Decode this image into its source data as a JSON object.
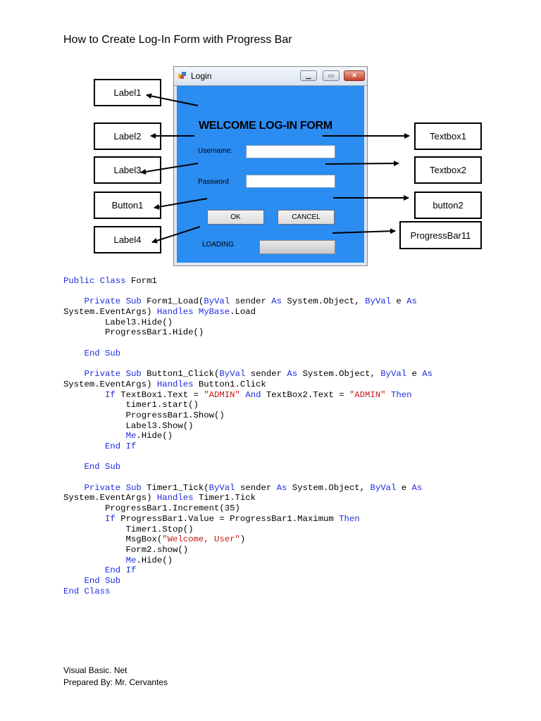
{
  "page": {
    "title": "How to Create Log-In Form with Progress Bar"
  },
  "window": {
    "title": "Login",
    "welcome": "WELCOME LOG-IN FORM",
    "username_label": "Username:",
    "password_label": "Password",
    "ok_label": "OK",
    "cancel_label": "CANCEL",
    "loading_label": "LOADING",
    "username_value": "",
    "password_value": ""
  },
  "callouts": {
    "label1": "Label1",
    "label2": "Label2",
    "label3": "Label3",
    "button1": "Button1",
    "label4": "Label4",
    "textbox1": "Textbox1",
    "textbox2": "Textbox2",
    "button2": "button2",
    "progressbar": "ProgressBar11"
  },
  "code_lines": [
    [
      [
        "kw",
        "Public Class"
      ],
      [
        "t",
        " Form1"
      ]
    ],
    [],
    [
      [
        "t",
        "    "
      ],
      [
        "kw",
        "Private Sub"
      ],
      [
        "t",
        " Form1_Load("
      ],
      [
        "kw",
        "ByVal"
      ],
      [
        "t",
        " sender "
      ],
      [
        "kw",
        "As"
      ],
      [
        "t",
        " System.Object, "
      ],
      [
        "kw",
        "ByVal"
      ],
      [
        "t",
        " e "
      ],
      [
        "kw",
        "As"
      ]
    ],
    [
      [
        "t",
        "System.EventArgs) "
      ],
      [
        "kw",
        "Handles"
      ],
      [
        "t",
        " "
      ],
      [
        "kw",
        "MyBase"
      ],
      [
        "t",
        ".Load"
      ]
    ],
    [
      [
        "t",
        "        Label3.Hide()"
      ]
    ],
    [
      [
        "t",
        "        ProgressBar1.Hide()"
      ]
    ],
    [],
    [
      [
        "t",
        "    "
      ],
      [
        "kw",
        "End Sub"
      ]
    ],
    [],
    [
      [
        "t",
        "    "
      ],
      [
        "kw",
        "Private Sub"
      ],
      [
        "t",
        " Button1_Click("
      ],
      [
        "kw",
        "ByVal"
      ],
      [
        "t",
        " sender "
      ],
      [
        "kw",
        "As"
      ],
      [
        "t",
        " System.Object, "
      ],
      [
        "kw",
        "ByVal"
      ],
      [
        "t",
        " e "
      ],
      [
        "kw",
        "As"
      ]
    ],
    [
      [
        "t",
        "System.EventArgs) "
      ],
      [
        "kw",
        "Handles"
      ],
      [
        "t",
        " Button1.Click"
      ]
    ],
    [
      [
        "t",
        "        "
      ],
      [
        "kw",
        "If"
      ],
      [
        "t",
        " TextBox1.Text = "
      ],
      [
        "str",
        "\"ADMIN\""
      ],
      [
        "t",
        " "
      ],
      [
        "kw",
        "And"
      ],
      [
        "t",
        " TextBox2.Text = "
      ],
      [
        "str",
        "\"ADMIN\""
      ],
      [
        "t",
        " "
      ],
      [
        "kw",
        "Then"
      ]
    ],
    [
      [
        "t",
        "            timer1.start()"
      ]
    ],
    [
      [
        "t",
        "            ProgressBar1.Show()"
      ]
    ],
    [
      [
        "t",
        "            Label3.Show()"
      ]
    ],
    [
      [
        "t",
        "            "
      ],
      [
        "kw",
        "Me"
      ],
      [
        "t",
        ".Hide()"
      ]
    ],
    [
      [
        "t",
        "        "
      ],
      [
        "kw",
        "End If"
      ]
    ],
    [],
    [
      [
        "t",
        "    "
      ],
      [
        "kw",
        "End Sub"
      ]
    ],
    [],
    [
      [
        "t",
        "    "
      ],
      [
        "kw",
        "Private Sub"
      ],
      [
        "t",
        " Timer1_Tick("
      ],
      [
        "kw",
        "ByVal"
      ],
      [
        "t",
        " sender "
      ],
      [
        "kw",
        "As"
      ],
      [
        "t",
        " System.Object, "
      ],
      [
        "kw",
        "ByVal"
      ],
      [
        "t",
        " e "
      ],
      [
        "kw",
        "As"
      ]
    ],
    [
      [
        "t",
        "System.EventArgs) "
      ],
      [
        "kw",
        "Handles"
      ],
      [
        "t",
        " Timer1.Tick"
      ]
    ],
    [
      [
        "t",
        "        ProgressBar1.Increment(35)"
      ]
    ],
    [
      [
        "t",
        "        "
      ],
      [
        "kw",
        "If"
      ],
      [
        "t",
        " ProgressBar1.Value = ProgressBar1.Maximum "
      ],
      [
        "kw",
        "Then"
      ]
    ],
    [
      [
        "t",
        "            Timer1.Stop()"
      ]
    ],
    [
      [
        "t",
        "            MsgBox("
      ],
      [
        "str",
        "\"Welcome, User\""
      ],
      [
        "t",
        ")"
      ]
    ],
    [
      [
        "t",
        "            Form2.show()"
      ]
    ],
    [
      [
        "t",
        "            "
      ],
      [
        "kw",
        "Me"
      ],
      [
        "t",
        ".Hide()"
      ]
    ],
    [
      [
        "t",
        "        "
      ],
      [
        "kw",
        "End If"
      ]
    ],
    [
      [
        "t",
        "    "
      ],
      [
        "kw",
        "End Sub"
      ]
    ],
    [
      [
        "kw",
        "End Class"
      ]
    ]
  ],
  "footer": {
    "line1": "Visual Basic. Net",
    "line2": "Prepared  By: Mr. Cervantes"
  },
  "colors": {
    "form_bg": "#2b8cf2",
    "keyword": "#1f2ce0",
    "string": "#c41a16"
  },
  "icons": {
    "app": "window-app-icon",
    "minimize": "minimize-icon",
    "maximize": "maximize-icon",
    "close": "close-icon"
  }
}
